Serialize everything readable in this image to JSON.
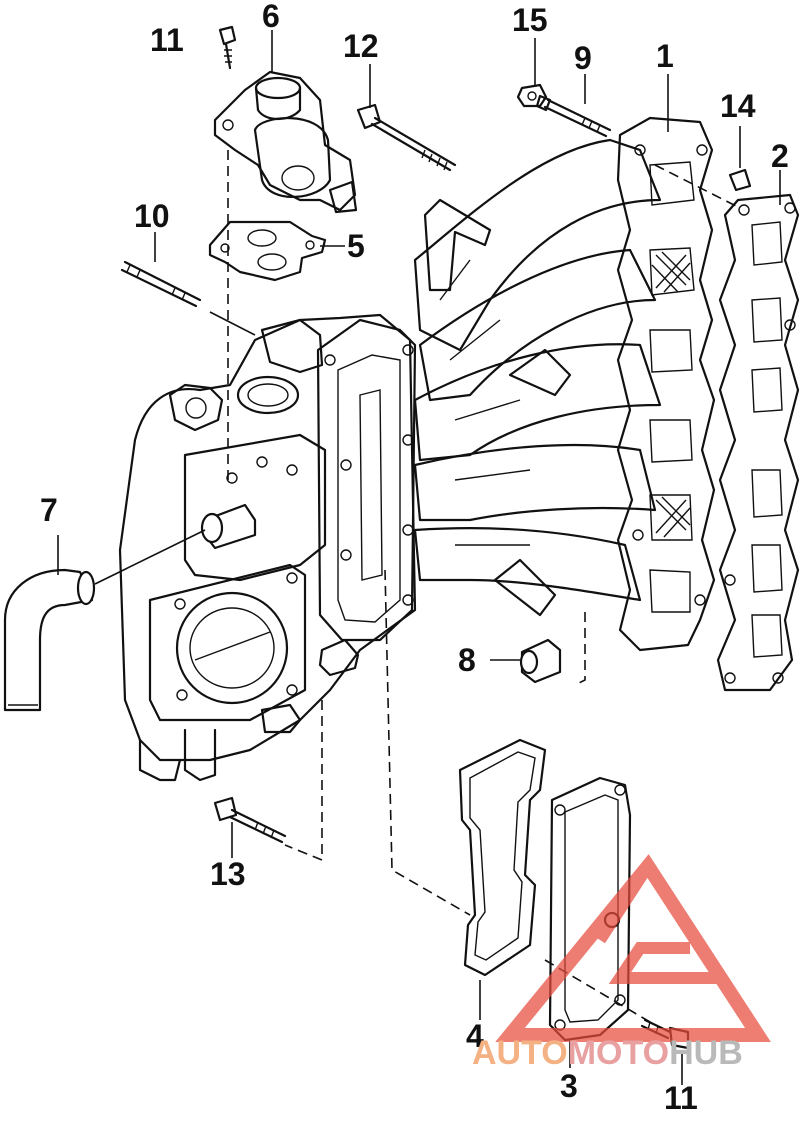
{
  "callouts": {
    "c1": "1",
    "c2": "2",
    "c3": "3",
    "c4": "4",
    "c5": "5",
    "c6": "6",
    "c7": "7",
    "c8": "8",
    "c9": "9",
    "c10": "10",
    "c11_top": "11",
    "c11_bottom": "11",
    "c12": "12",
    "c13": "13",
    "c14": "14",
    "c15": "15"
  },
  "watermark": {
    "part_a": "AUTO",
    "part_b": "MOTO",
    "part_c": "HUB",
    "colors": {
      "auto": "#f4b183",
      "moto": "#e8a0a0",
      "hub": "#b9b9b9",
      "logo": "#e74c3c"
    }
  }
}
